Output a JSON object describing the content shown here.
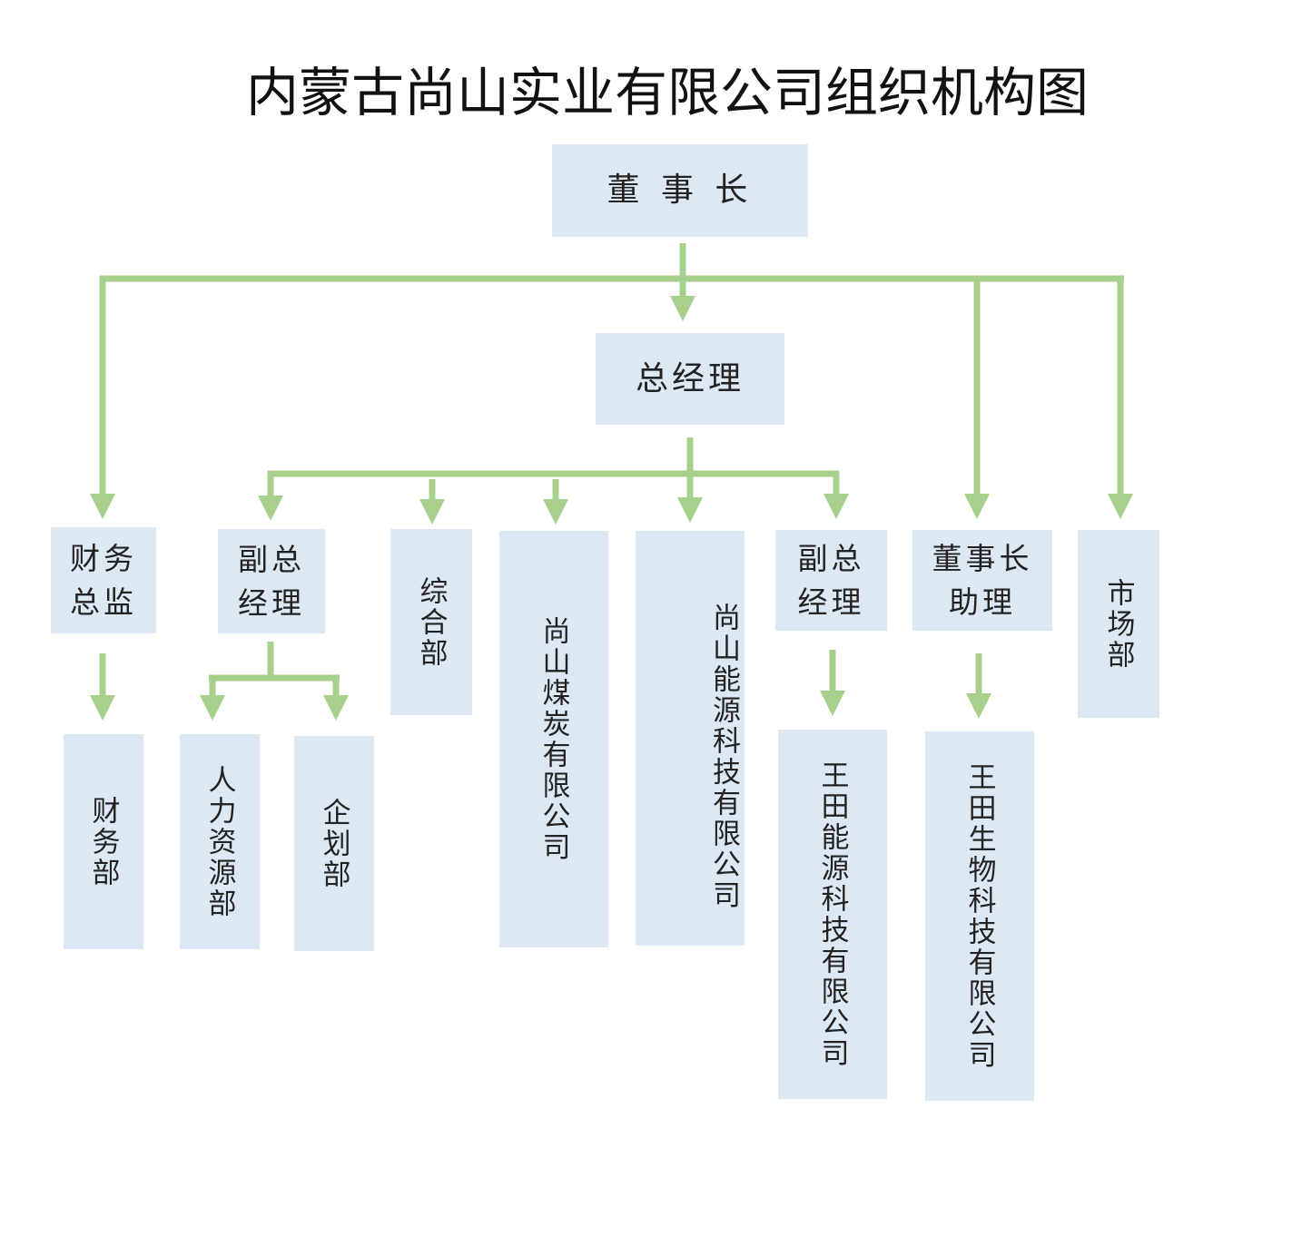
{
  "title": "内蒙古尚山实业有限公司组织机构图",
  "colors": {
    "box": "#dce9f5",
    "connector": "#a8d08d"
  },
  "nodes": {
    "chairman": "董 事 长",
    "general_manager": "总经理",
    "cfo": [
      "财务",
      "总监"
    ],
    "vice_gm_1": [
      "副总",
      "经理"
    ],
    "general_dept": "综合部",
    "coal_company": "尚山煤炭有限公司",
    "energy_tech_company": "尚山能源科技有限公司",
    "vice_gm_2": [
      "副总",
      "经理"
    ],
    "chairman_assistant": [
      "董事长",
      "助理"
    ],
    "market_dept": "市场部",
    "finance_dept": "财务部",
    "hr_dept": "人力资源部",
    "planning_dept": "企划部",
    "wangtian_energy": "王田能源科技有限公司",
    "wangtian_bio": "王田生物科技有限公司"
  }
}
